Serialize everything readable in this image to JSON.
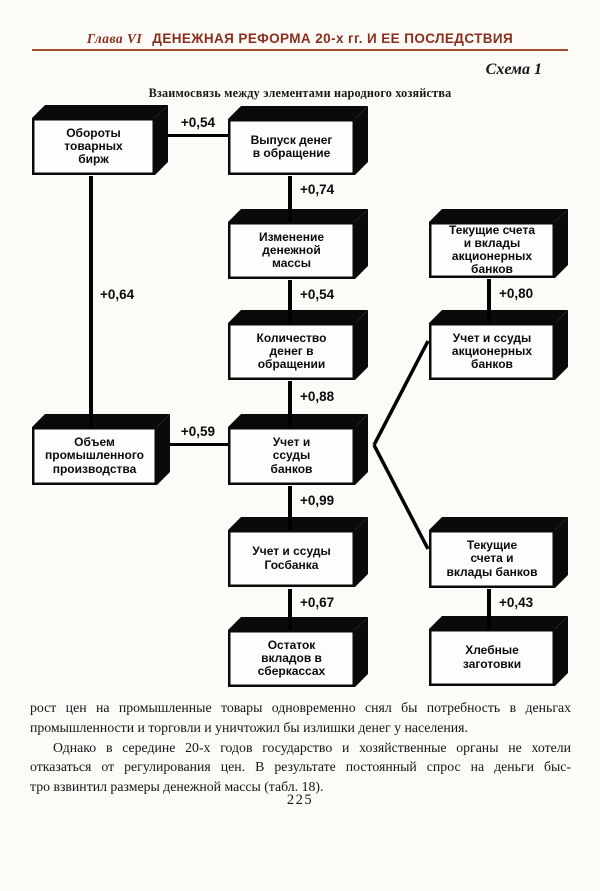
{
  "page": {
    "number": "225",
    "background": "#fcfbf8"
  },
  "header": {
    "chapter_label": "Глава VI",
    "chapter_title": "ДЕНЕЖНАЯ РЕФОРМА 20-х гг. И ЕЕ ПОСЛЕДСТВИЯ",
    "accent_color": "#8a2e1c",
    "rule_color": "#a64b2a",
    "schema_label": "Схема 1"
  },
  "diagram": {
    "title": "Взаимосвязь между элементами народного хозяйства",
    "boxes": [
      {
        "id": "oboroty-tovarnykh-birzh",
        "lines": [
          "Обороты",
          "товарных",
          "бирж"
        ]
      },
      {
        "id": "vypusk-deneg",
        "lines": [
          "Выпуск денег",
          "в обращение"
        ]
      },
      {
        "id": "izmenenie-denezhnoy-massy",
        "lines": [
          "Изменение",
          "денежной",
          "массы"
        ]
      },
      {
        "id": "tekushchie-scheta-akts-bankov",
        "lines": [
          "Текущие счета",
          "и вклады",
          "акционерных",
          "банков"
        ]
      },
      {
        "id": "kolichestvo-deneg",
        "lines": [
          "Количество",
          "денег в",
          "обращении"
        ]
      },
      {
        "id": "uchet-ssudy-akts-bankov",
        "lines": [
          "Учет и ссуды",
          "акционерных",
          "банков"
        ]
      },
      {
        "id": "obem-prom-proizvodstva",
        "lines": [
          "Объем",
          "промышленного",
          "производства"
        ]
      },
      {
        "id": "uchet-ssudy-bankov",
        "lines": [
          "Учет и",
          "ссуды",
          "банков"
        ]
      },
      {
        "id": "uchet-ssudy-gosbanka",
        "lines": [
          "Учет и ссуды",
          "Госбанка"
        ]
      },
      {
        "id": "tekushchie-scheta-bankov",
        "lines": [
          "Текущие",
          "счета и",
          "вклады банков"
        ]
      },
      {
        "id": "ostatok-vkladov",
        "lines": [
          "Остаток",
          "вкладов в",
          "сберкассах"
        ]
      },
      {
        "id": "khlebnye-zagotovki",
        "lines": [
          "Хлебные",
          "заготовки"
        ]
      }
    ],
    "connectors": [
      {
        "from": "oboroty-tovarnykh-birzh",
        "to": "vypusk-deneg",
        "value": "+0,54"
      },
      {
        "from": "vypusk-deneg",
        "to": "izmenenie-denezhnoy-massy",
        "value": "+0,74"
      },
      {
        "from": "izmenenie-denezhnoy-massy",
        "to": "kolichestvo-deneg",
        "value": "+0,54"
      },
      {
        "from": "kolichestvo-deneg",
        "to": "uchet-ssudy-bankov",
        "value": "+0,88"
      },
      {
        "from": "uchet-ssudy-bankov",
        "to": "uchet-ssudy-gosbanka",
        "value": "+0,99"
      },
      {
        "from": "uchet-ssudy-gosbanka",
        "to": "ostatok-vkladov",
        "value": "+0,67"
      },
      {
        "from": "oboroty-tovarnykh-birzh",
        "to": "obem-prom-proizvodstva",
        "value": "+0,64"
      },
      {
        "from": "obem-prom-proizvodstva",
        "to": "uchet-ssudy-bankov",
        "value": "+0,59"
      },
      {
        "from": "tekushchie-scheta-akts-bankov",
        "to": "uchet-ssudy-akts-bankov",
        "value": "+0,80"
      },
      {
        "from": "tekushchie-scheta-bankov",
        "to": "khlebnye-zagotovki",
        "value": "+0,43"
      },
      {
        "from": "uchet-ssudy-bankov",
        "to": "uchet-ssudy-akts-bankov",
        "value": ""
      },
      {
        "from": "uchet-ssudy-bankov",
        "to": "tekushchie-scheta-bankov",
        "value": ""
      }
    ]
  },
  "body": {
    "lines": [
      {
        "text": "рост цен на промышленные товары одновременно снял бы потребность в деньгах",
        "justify": true,
        "indent": false
      },
      {
        "text": "промышленности и торговли и уничтожил бы излишки денег у населения.",
        "justify": false,
        "indent": false
      },
      {
        "text": "Однако в середине 20-х годов государство и хозяйственные органы не хотели",
        "justify": true,
        "indent": true
      },
      {
        "text": "отказаться от регулирования цен. В результате постоянный спрос на деньги быс-",
        "justify": true,
        "indent": false
      },
      {
        "text": "тро взвинтил размеры денежной массы (табл. 18).",
        "justify": false,
        "indent": false
      }
    ]
  }
}
